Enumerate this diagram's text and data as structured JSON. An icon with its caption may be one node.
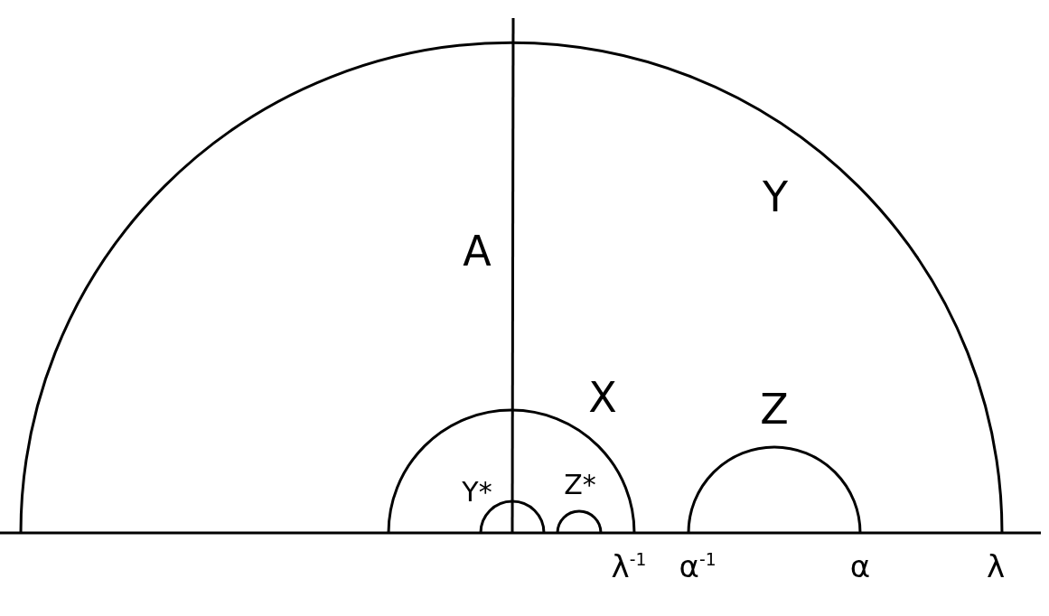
{
  "diagram": {
    "labels": [
      "Y",
      "A",
      "X",
      "Z",
      "Y*",
      "Z*",
      "λ$^{-1}$",
      "α$^{-1}$",
      "α",
      "λ"
    ]
  }
}
